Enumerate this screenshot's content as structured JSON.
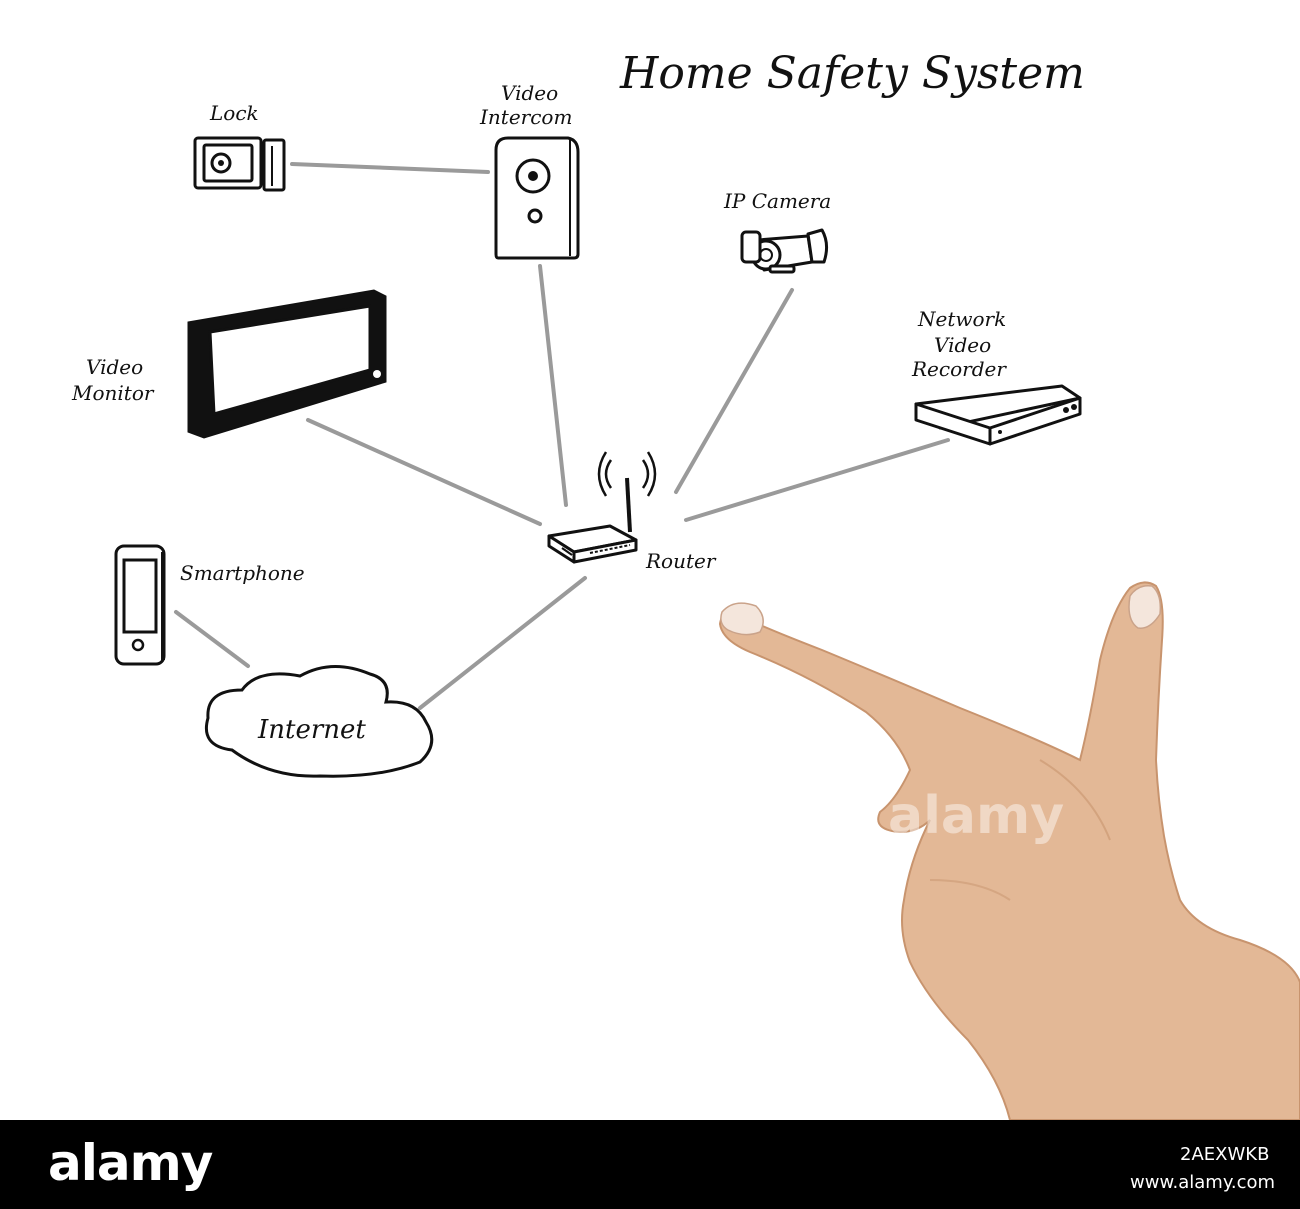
{
  "title": "Home Safety System",
  "nodes": {
    "lock": "Lock",
    "video_intercom": [
      "Video",
      "Intercom"
    ],
    "ip_camera": "IP Camera",
    "video_monitor": [
      "Video",
      "Monitor"
    ],
    "network_video_recorder": [
      "Network",
      "Video",
      "Recorder"
    ],
    "router": "Router",
    "smartphone": "Smartphone",
    "internet": "Internet"
  },
  "edges": [
    [
      "lock",
      "video_intercom"
    ],
    [
      "video_intercom",
      "router"
    ],
    [
      "ip_camera",
      "router"
    ],
    [
      "video_monitor",
      "router"
    ],
    [
      "network_video_recorder",
      "router"
    ],
    [
      "router",
      "internet"
    ],
    [
      "smartphone",
      "internet"
    ]
  ],
  "watermark": "alamy",
  "footer": {
    "brand": "alamy",
    "image_id": "2AEXWKB",
    "url": "www.alamy.com"
  },
  "colors": {
    "connector": "#9a9a9a",
    "footer_bg": "#000000",
    "skin": "#e3b896"
  }
}
